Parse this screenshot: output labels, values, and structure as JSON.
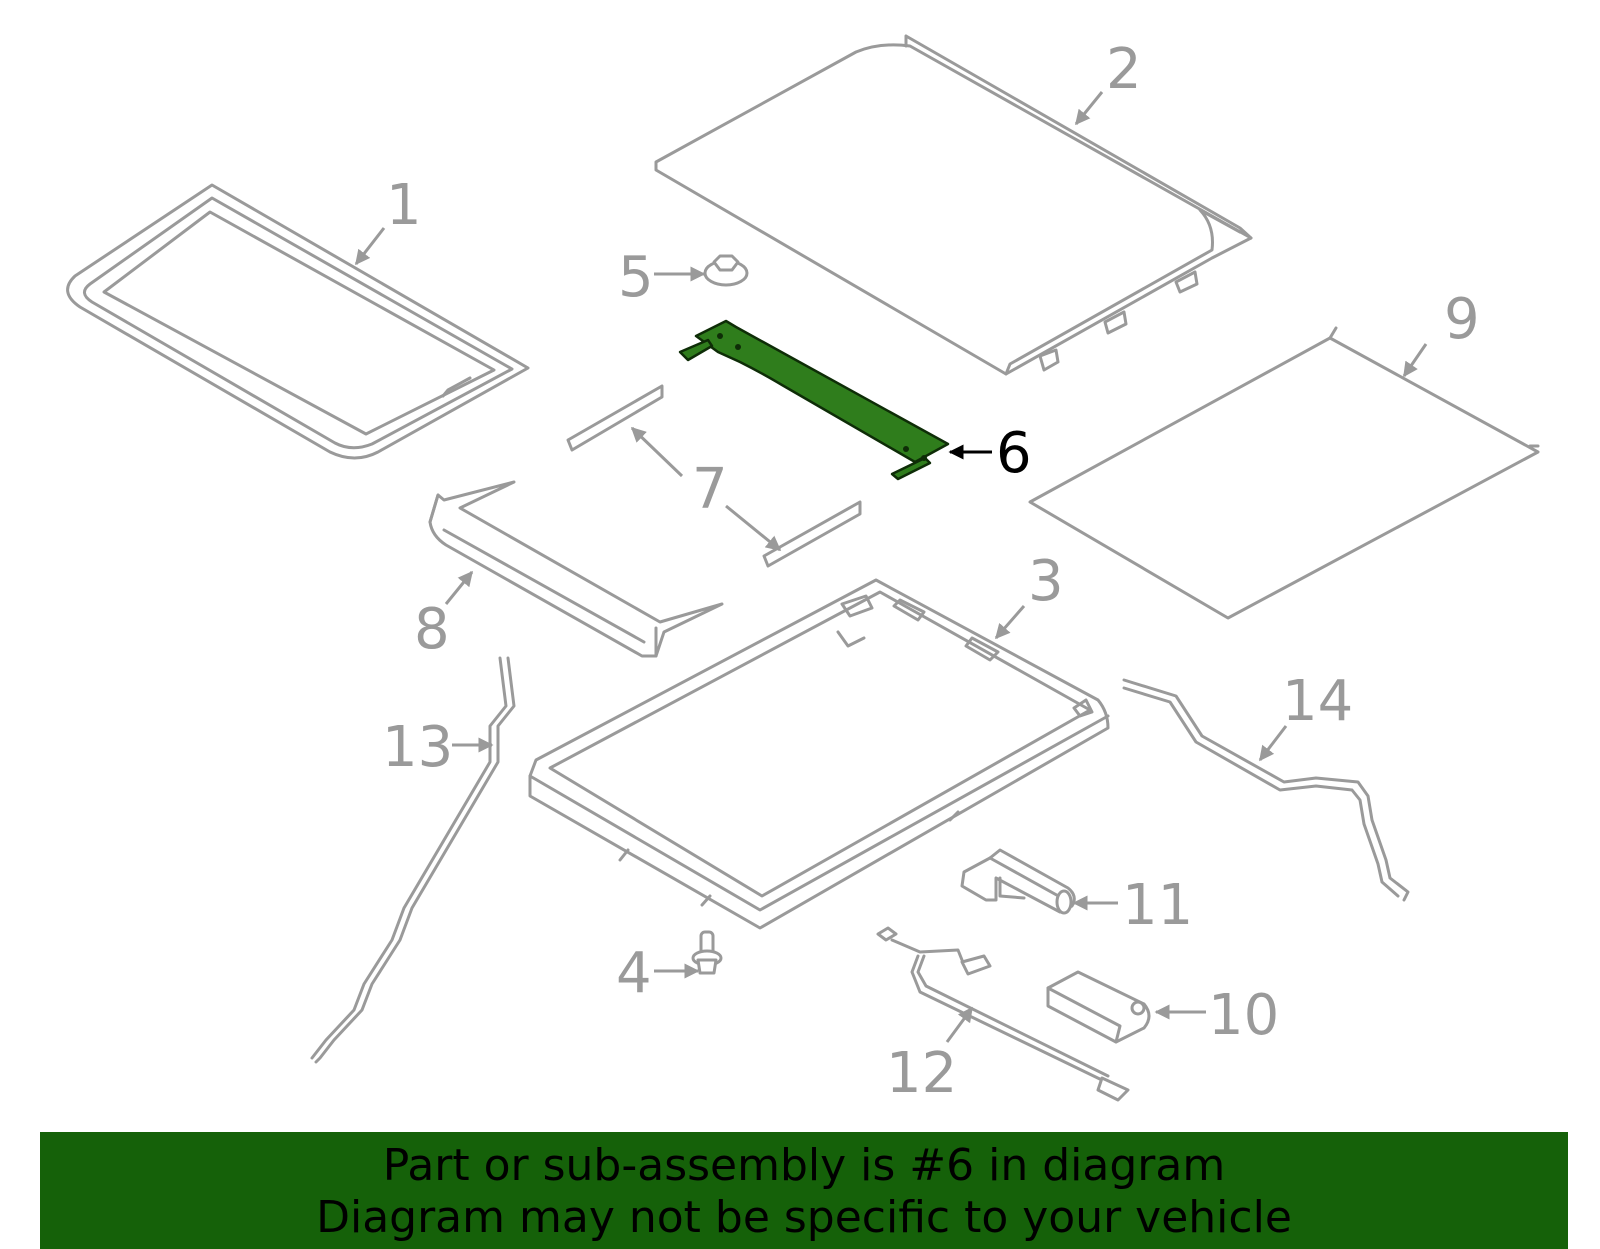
{
  "callouts": {
    "c1": "1",
    "c2": "2",
    "c3": "3",
    "c4": "4",
    "c5": "5",
    "c6": "6",
    "c7": "7",
    "c8": "8",
    "c9": "9",
    "c10": "10",
    "c11": "11",
    "c12": "12",
    "c13": "13",
    "c14": "14"
  },
  "highlight": {
    "part_number": "6",
    "color": "#2f7d1c"
  },
  "banner": {
    "line1": "Part or sub-assembly is #6 in diagram",
    "line2": "Diagram may not be specific to your vehicle",
    "background": "#156109"
  }
}
